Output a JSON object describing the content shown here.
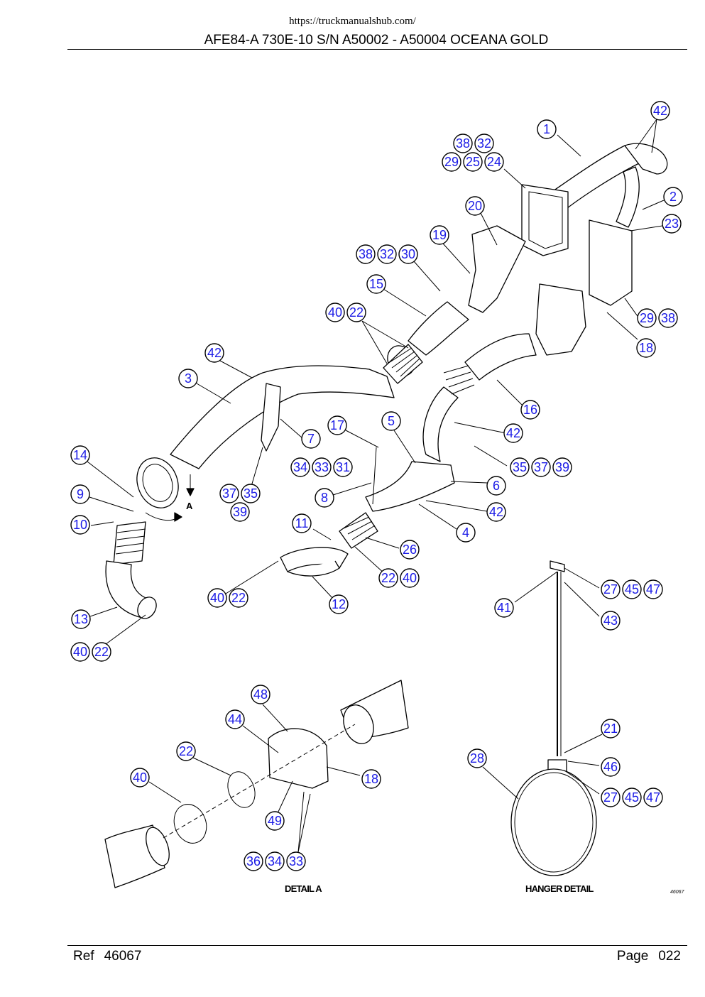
{
  "header": {
    "url": "https://truckmanualshub.com/",
    "title": "AFE84-A 730E-10 S/N A50002 - A50004  OCEANA GOLD"
  },
  "footer": {
    "ref_label": "Ref",
    "ref_value": "46067",
    "page_label": "Page",
    "page_value": "022"
  },
  "diagram": {
    "view_a_label": "A",
    "detail_a_label": "DETAIL A",
    "hanger_detail_label": "HANGER DETAIL",
    "drawing_number": "46067",
    "callouts": [
      "42",
      "1",
      "38",
      "32",
      "29",
      "25",
      "24",
      "2",
      "23",
      "20",
      "19",
      "38",
      "32",
      "30",
      "15",
      "40",
      "22",
      "29",
      "38",
      "18",
      "42",
      "3",
      "16",
      "5",
      "17",
      "7",
      "42",
      "14",
      "34",
      "33",
      "31",
      "35",
      "37",
      "39",
      "37",
      "35",
      "39",
      "9",
      "8",
      "6",
      "10",
      "11",
      "42",
      "4",
      "26",
      "22",
      "40",
      "41",
      "27",
      "45",
      "47",
      "40",
      "22",
      "12",
      "43",
      "13",
      "40",
      "22",
      "48",
      "44",
      "22",
      "18",
      "40",
      "49",
      "36",
      "34",
      "33",
      "21",
      "28",
      "46",
      "27",
      "45",
      "47"
    ]
  }
}
